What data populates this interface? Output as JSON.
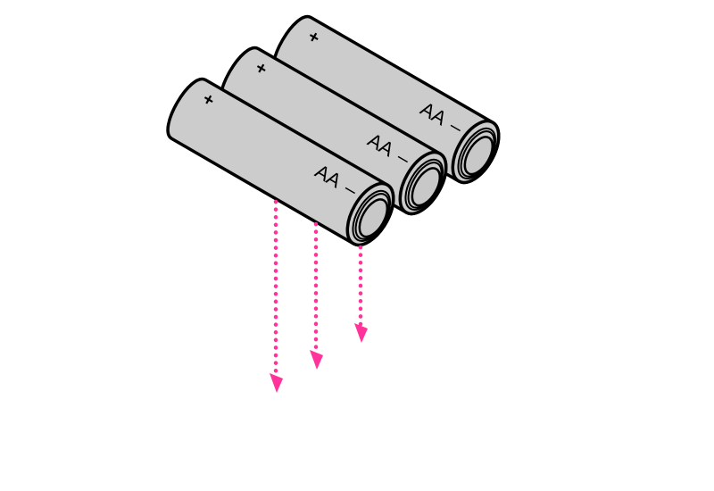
{
  "batteries": [
    {
      "name": "back",
      "type_label": "AA",
      "minus_label": "–",
      "plus_label": "+"
    },
    {
      "name": "middle",
      "type_label": "AA",
      "minus_label": "–",
      "plus_label": "+"
    },
    {
      "name": "front",
      "type_label": "AA",
      "minus_label": "–",
      "plus_label": "+"
    }
  ],
  "colors": {
    "body": "#cccccc",
    "outline": "#000000",
    "arrow": "#ff3399"
  }
}
